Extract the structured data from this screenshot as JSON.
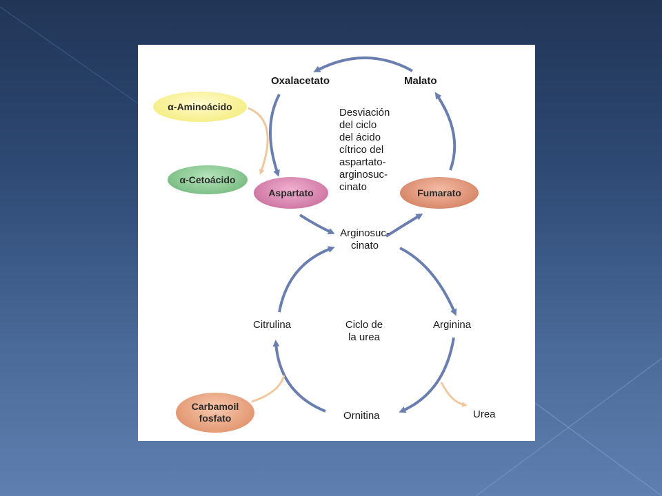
{
  "diagram": {
    "top_cycle_nodes": {
      "oxalacetate": "Oxalacetato",
      "malate": "Malato",
      "aspartate": "Aspartato",
      "fumarate": "Fumarato",
      "argininosuccinate": "Arginosuc-\ncinato"
    },
    "top_cycle_caption": "Desviación\ndel ciclo\ndel ácido\ncítrico del\naspartato-\narginosuc-\ncinato",
    "transamination": {
      "amino_acid": "α-Aminoácido",
      "keto_acid": "α-Cetoácido"
    },
    "urea_cycle_nodes": {
      "citrulline": "Citrulina",
      "arginine": "Arginina",
      "ornithine": "Ornitina",
      "carbamoyl_phosphate": "Carbamoil\nfosfato",
      "urea": "Urea"
    },
    "urea_cycle_caption": "Ciclo de\nla urea"
  },
  "colors": {
    "arrow": "#6a7fb0",
    "amino_acid_fill": "#f6ef8a",
    "keto_acid_fill": "#7fc088",
    "aspartate_fill": "#d07aa6",
    "fumarate_fill": "#d98a6c",
    "carbamoyl_fill": "#e39a74",
    "side_arrow": "#f0c8a0"
  }
}
